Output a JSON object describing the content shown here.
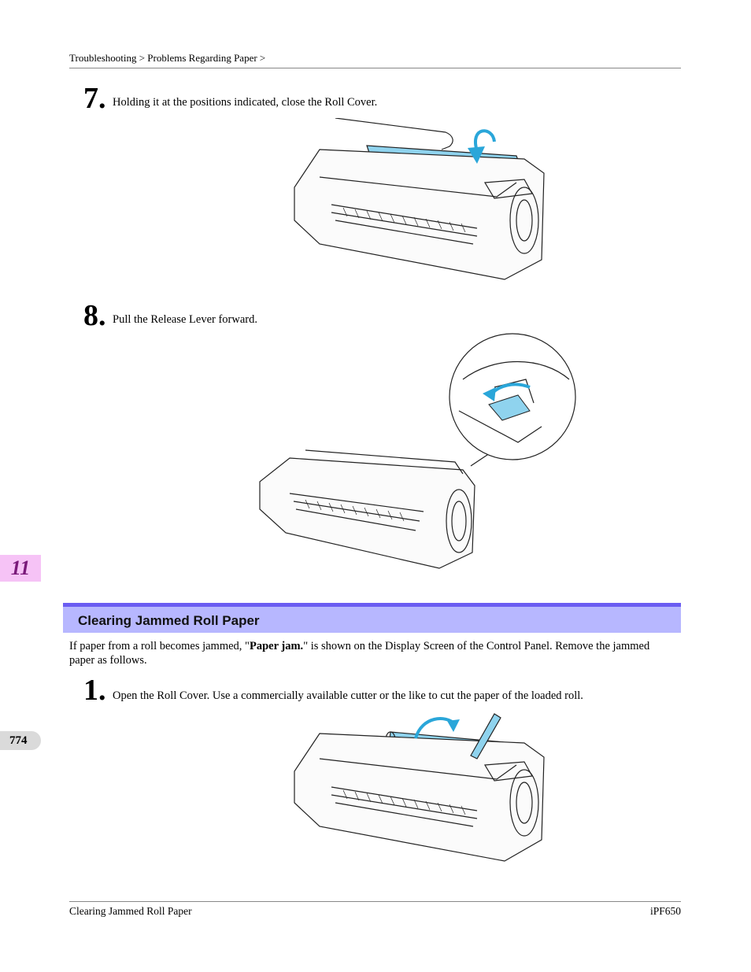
{
  "header": {
    "breadcrumb": "Troubleshooting > Problems Regarding Paper >"
  },
  "steps": [
    {
      "number": "7.",
      "text": "Holding it at the positions indicated, close the Roll Cover."
    },
    {
      "number": "8.",
      "text": "Pull the Release Lever forward."
    }
  ],
  "chapter_tab": "11",
  "page_tab": "774",
  "section": {
    "title": "Clearing Jammed Roll Paper",
    "para_before": "If paper from a roll becomes jammed, \"",
    "para_bold": "Paper jam.",
    "para_after": "\" is shown on the Display Screen of the Control Panel. Remove the jammed paper as follows.",
    "step": {
      "number": "1.",
      "text": "Open the Roll Cover. Use a commercially available cutter or the like to cut the paper of the loaded roll."
    }
  },
  "footer": {
    "left": "Clearing Jammed Roll Paper",
    "right": "iPF650"
  },
  "colors": {
    "accent_blue": "#8fd3ee",
    "section_bar": "#b7b7ff",
    "section_border": "#6a5cf2",
    "chapter_tab": "#f6c3f6"
  }
}
